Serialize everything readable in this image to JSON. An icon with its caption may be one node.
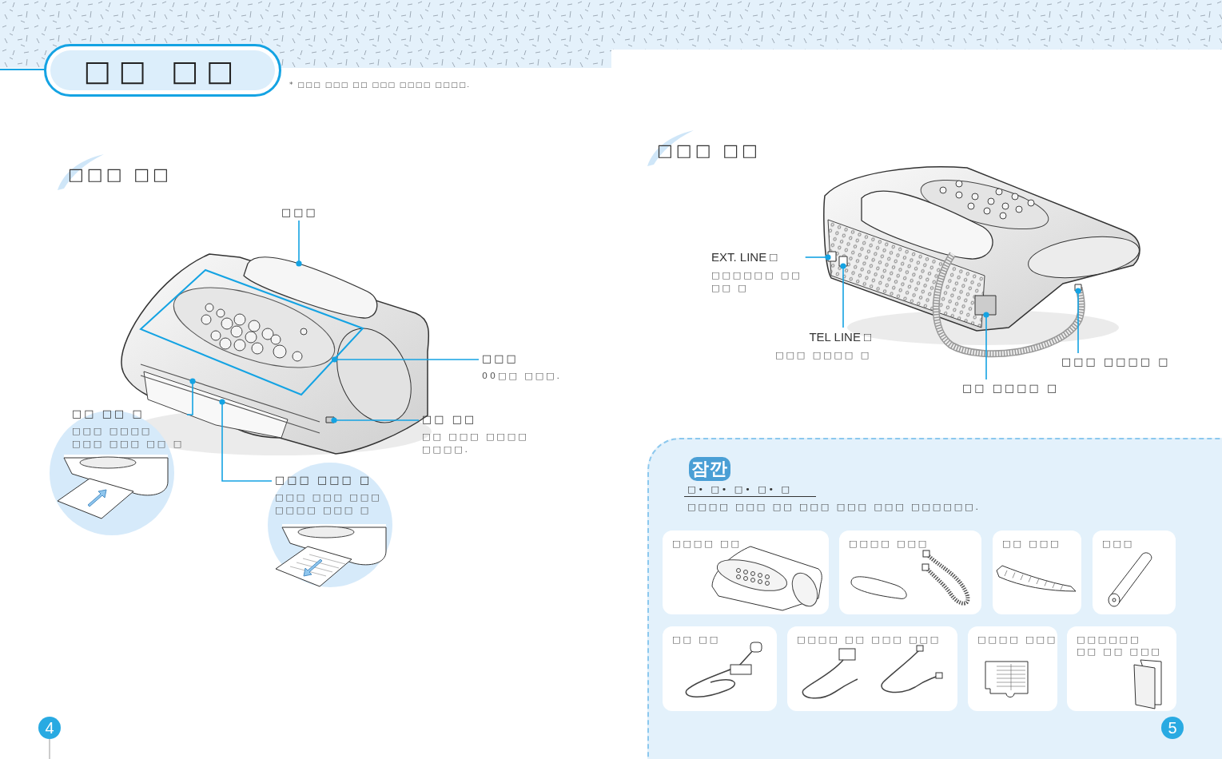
{
  "diagram": {
    "title": "□□ □□",
    "nodes": [
      {
        "text": [],
        "shape": "box"
      },
      {
        "text": [
          "□□□"
        ]
      },
      {
        "text": [
          "□□□",
          "00□□ □□□."
        ]
      },
      {
        "text": [
          "□□ □□ □",
          "□□□ □□□□ □□□ □□□ □□ □"
        ]
      },
      {
        "text": [
          "□□ □□",
          "□□ □□□ □□□□ □□□□."
        ]
      },
      {
        "text": [
          "□□□ □□□ □",
          "□□□ □□□ □□□ □□□□ □□□ □"
        ]
      },
      {
        "text": [
          "EXT. LINE □",
          "□□□□□□ □□ □□ □"
        ]
      },
      {
        "text": [
          "TEL LINE □",
          "□□□ □□□□ □"
        ]
      },
      {
        "text": [
          "□□□ □□□□ □"
        ]
      },
      {
        "text": [
          "□□ □□□□ □"
        ]
      },
      {
        "text": [
          "잠깐",
          "□• □• □• □• □",
          "□□□□ □□□ □□ □□□ □□□ □□□ □□□□□□."
        ]
      },
      {
        "text": [
          "□□□□ □□"
        ],
        "in": 10
      },
      {
        "text": [
          "□□□□ □□□"
        ],
        "in": 10
      },
      {
        "text": [
          "□□ □□□"
        ],
        "in": 10
      },
      {
        "text": [
          "□□□"
        ],
        "in": 10
      },
      {
        "text": [
          "□□ □□"
        ],
        "in": 10
      },
      {
        "text": [
          "□□□□ □□ □□□ □□□"
        ],
        "in": 10
      },
      {
        "text": [
          "□□□□ □□□"
        ],
        "in": 10
      },
      {
        "text": [
          "□□□□□□ □□ □□ □□□"
        ],
        "in": 10
      },
      {
        "text": [],
        "shape": "picture"
      },
      {
        "text": [],
        "shape": "box"
      },
      {
        "text": [],
        "shape": "bar"
      },
      {
        "text": [],
        "shape": "box"
      },
      {
        "text": [],
        "shape": "bar"
      },
      {
        "text": [],
        "shape": "box"
      },
      {
        "text": [],
        "shape": "box"
      },
      {
        "text": [],
        "shape": "box"
      },
      {
        "text": [],
        "shape": "box"
      }
    ],
    "edges": [
      {
        "from": 1,
        "to": 19,
        "arrow": "other"
      },
      {
        "from": 2,
        "to": 20,
        "arrow": "other"
      },
      {
        "from": 3,
        "to": 21,
        "arrow": "other"
      },
      {
        "from": 4,
        "to": 22,
        "arrow": "other"
      },
      {
        "from": 5,
        "to": 23,
        "arrow": "other"
      },
      {
        "from": 6,
        "to": 24,
        "arrow": "other"
      },
      {
        "from": 7,
        "to": 25,
        "arrow": "other"
      },
      {
        "from": 8,
        "to": 26,
        "arrow": "other"
      },
      {
        "from": 9,
        "to": 27,
        "arrow": "other"
      }
    ],
    "labels": [
      "* □□□ □□□ □□ □□□ □□□□ □□□□.",
      "□□□ □□",
      "□□□ □□",
      "4",
      "5"
    ]
  }
}
